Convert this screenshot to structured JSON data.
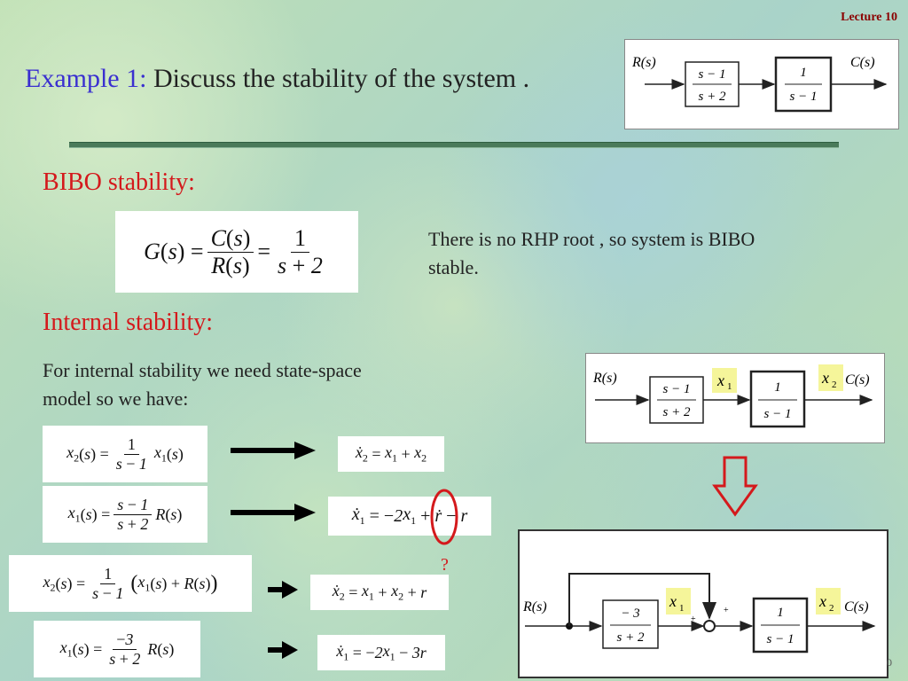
{
  "lecture_label": "Lecture 10",
  "title": {
    "example": "Example 1",
    "colon": ":",
    "text": " Discuss the stability of the system ."
  },
  "bibo_heading": "BIBO stability:",
  "bibo_note": "There is no RHP root , so system is BIBO stable.",
  "internal_heading": "Internal stability:",
  "internal_note": "For internal stability we need state-space model so we have:",
  "question_mark": "?",
  "page_number": "0",
  "colors": {
    "heading": "#d4191c",
    "example": "#3a2fd0",
    "lecture": "#8b0000",
    "rule": "#4a7a5a",
    "arrow_red": "#d4191c"
  },
  "diagram_top": {
    "input": "R(s)",
    "output": "C(s)",
    "block1": {
      "num": "s − 1",
      "den": "s + 2"
    },
    "block2": {
      "num": "1",
      "den": "s − 1"
    }
  },
  "diagram_mid": {
    "input": "R(s)",
    "output": "C(s)",
    "x1": "x",
    "x1_sub": "1",
    "x2": "x",
    "x2_sub": "2",
    "block1": {
      "num": "s − 1",
      "den": "s + 2"
    },
    "block2": {
      "num": "1",
      "den": "s − 1"
    }
  },
  "diagram_bottom": {
    "input": "R(s)",
    "output": "C(s)",
    "x1": "x",
    "x1_sub": "1",
    "x2": "x",
    "x2_sub": "2",
    "plus1": "+",
    "plus2": "+",
    "block1": {
      "num": "− 3",
      "den": "s + 2"
    },
    "block2": {
      "num": "1",
      "den": "s − 1"
    }
  }
}
